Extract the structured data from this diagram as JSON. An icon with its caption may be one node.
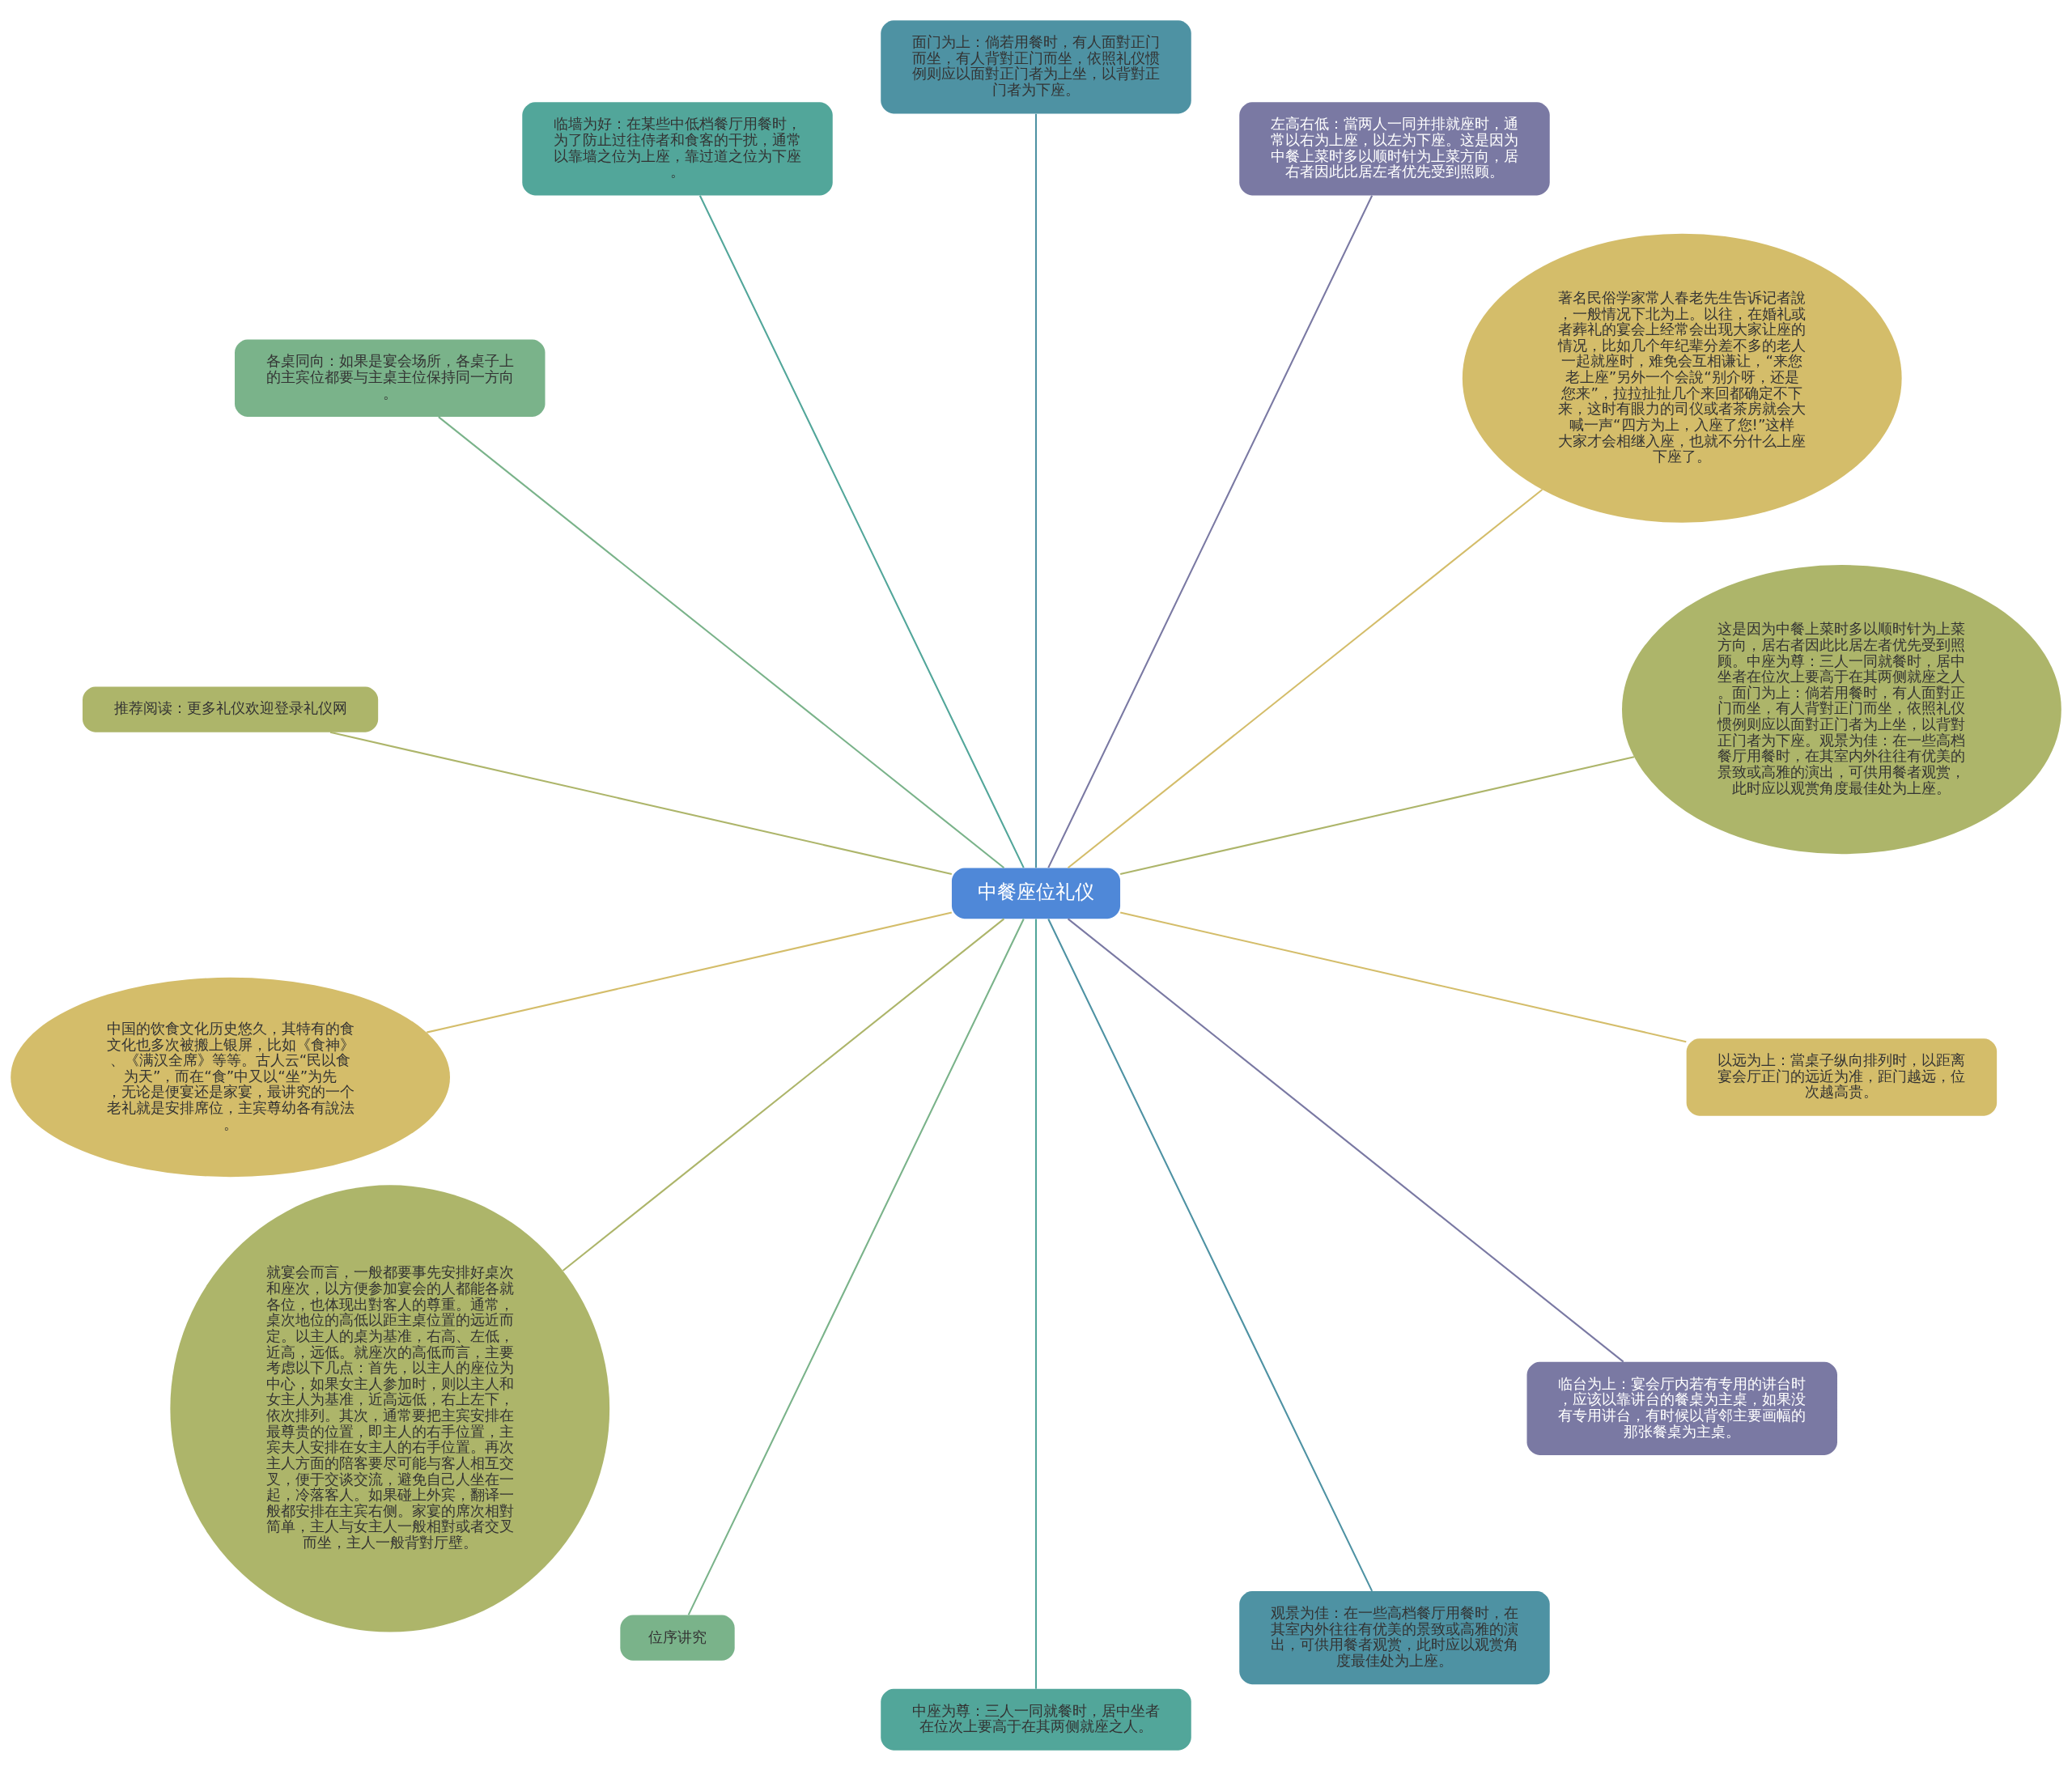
{
  "diagram": {
    "nodes": [
      {
        "text": [
          "中餐座位礼仪"
        ]
      },
      {
        "text": [
          "这是因为中餐上菜时多以顺时针为上菜方向，居右者因此比居左者优先受到照顾。中座为尊：三人一同就餐时，居中坐者在位次上要高于在其两侧就座之人。面门为上：倘若用餐时，有人面對正门而坐，有人背對正门而坐，依照礼仪惯例则应以面對正门者为上坐，以背對正门者为下座。观景为佳：在一些高档餐厅用餐时，在其室内外往往有优美的景致或高雅的演出，可供用餐者观赏，此时应以观赏角度最佳处为上座。"
        ]
      },
      {
        "text": [
          "著名民俗学家常人春老先生告诉记者說，一般情况下北为上。以往，在婚礼或者葬礼的宴会上经常会出现大家让座的情况，比如几个年纪辈分差不多的老人一起就座时，难免会互相谦让，“来您老上座”另外一个会說“别介呀，还是您来”，拉拉扯扯几个来回都确定不下来，这时有眼力的司仪或者茶房就会大喊一声“四方为上，入座了您!”这样大家才会相继入座，也就不分什么上座下座了。"
        ]
      },
      {
        "text": [
          "左高右低：當两人一同并排就座时，通常以右为上座，以左为下座。这是因为中餐上菜时多以顺时针为上菜方向，居右者因此比居左者优先受到照顾。"
        ]
      },
      {
        "text": [
          "面门为上：倘若用餐时，有人面對正门而坐，有人背對正门而坐，依照礼仪惯例则应以面對正门者为上坐，以背對正门者为下座。"
        ]
      },
      {
        "text": [
          "临墙为好：在某些中低档餐厅用餐时，为了防止过往侍者和食客的干扰，通常以靠墙之位为上座，靠过道之位为下座。"
        ]
      },
      {
        "text": [
          "各桌同向：如果是宴会场所，各桌子上的主宾位都要与主桌主位保持同一方向。"
        ]
      },
      {
        "text": [
          "推荐阅读：更多礼仪欢迎登录礼仪网"
        ]
      },
      {
        "text": [
          "中国的饮食文化历史悠久，其特有的食文化也多次被搬上银屏，比如《食神》、《满汉全席》等等。古人云“民以食为天”，而在“食”中又以“坐”为先，无论是便宴还是家宴，最讲究的一个老礼就是安排席位，主宾尊幼各有說法。"
        ]
      },
      {
        "text": [
          "就宴会而言，一般都要事先安排好桌次和座次，以方便参加宴会的人都能各就各位，也体现出對客人的尊重。通常，桌次地位的高低以距主桌位置的远近而定。以主人的桌为基准，右高、左低，近高，远低。就座次的高低而言，主要考虑以下几点：首先，以主人的座位为中心，如果女主人参加时，则以主人和女主人为基准，近高远低，右上左下，依次排列。其次，通常要把主宾安排在最尊贵的位置，即主人的右手位置，主宾夫人安排在女主人的右手位置。再次主人方面的陪客要尽可能与客人相互交叉，便于交谈交流，避免自己人坐在一起，冷落客人。如果碰上外宾，翻译一般都安排在主宾右侧。家宴的席次相對简单，主人与女主人一般相對或者交叉而坐，主人一般背對厅壁。"
        ]
      },
      {
        "text": [
          "位序讲究"
        ]
      },
      {
        "text": [
          "中座为尊：三人一同就餐时，居中坐者在位次上要高于在其两侧就座之人。"
        ]
      },
      {
        "text": [
          "观景为佳：在一些高档餐厅用餐时，在其室内外往往有优美的景致或高雅的演出，可供用餐者观赏，此时应以观赏角度最佳处为上座。"
        ]
      },
      {
        "text": [
          "临台为上：宴会厅内若有专用的讲台时，应该以靠讲台的餐桌为主桌，如果没有专用讲台，有时候以背邻主要画幅的那张餐桌为主桌。"
        ]
      },
      {
        "text": [
          "以远为上：當桌子纵向排列时，以距离宴会厅正门的远近为准，距门越远，位次越高贵。"
        ]
      }
    ],
    "edges": [
      {
        "from": 0,
        "to": 1,
        "arrow": "none",
        "color": "#adb56a"
      },
      {
        "from": 0,
        "to": 2,
        "arrow": "none",
        "color": "#d4bd6a"
      },
      {
        "from": 0,
        "to": 3,
        "arrow": "none",
        "color": "#7a79a3"
      },
      {
        "from": 0,
        "to": 4,
        "arrow": "none",
        "color": "#4e92a3"
      },
      {
        "from": 0,
        "to": 5,
        "arrow": "none",
        "color": "#52a69a"
      },
      {
        "from": 0,
        "to": 6,
        "arrow": "none",
        "color": "#7ab38a"
      },
      {
        "from": 0,
        "to": 7,
        "arrow": "none",
        "color": "#adb56a"
      },
      {
        "from": 0,
        "to": 8,
        "arrow": "none",
        "color": "#d4bd6a"
      },
      {
        "from": 0,
        "to": 9,
        "arrow": "none",
        "color": "#adb56a"
      },
      {
        "from": 0,
        "to": 10,
        "arrow": "none",
        "color": "#7ab38a"
      },
      {
        "from": 0,
        "to": 11,
        "arrow": "none",
        "color": "#52a69a"
      },
      {
        "from": 0,
        "to": 12,
        "arrow": "none",
        "color": "#4e92a3"
      },
      {
        "from": 0,
        "to": 13,
        "arrow": "none",
        "color": "#7a79a3"
      },
      {
        "from": 0,
        "to": 14,
        "arrow": "none",
        "color": "#d4bd6a"
      }
    ]
  }
}
